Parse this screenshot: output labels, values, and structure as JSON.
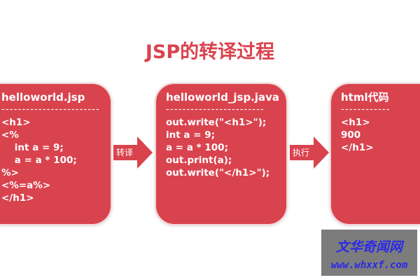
{
  "title": "JSP的转译过程",
  "boxes": [
    {
      "heading": "helloworld.jsp",
      "divider": "------------------------",
      "lines": [
        "<h1>",
        "<%",
        "    int a = 9;",
        "    a = a * 100;",
        "%>",
        "<%=a%>",
        "</h1>"
      ]
    },
    {
      "heading": "helloworld_jsp.java",
      "divider": "------------------------",
      "lines": [
        "out.write(\"<h1>\");",
        "int a = 9;",
        "a = a * 100;",
        "out.print(a);",
        "out.write(\"</h1>\");"
      ]
    },
    {
      "heading": "html代码",
      "divider": "------------",
      "lines": [
        "<h1>",
        "900",
        "</h1>"
      ]
    }
  ],
  "arrows": [
    "转译",
    "执行"
  ],
  "watermark": {
    "name": "文华奇闻网",
    "url": "www.whxxf.com"
  },
  "colors": {
    "accent": "#d9434e"
  }
}
